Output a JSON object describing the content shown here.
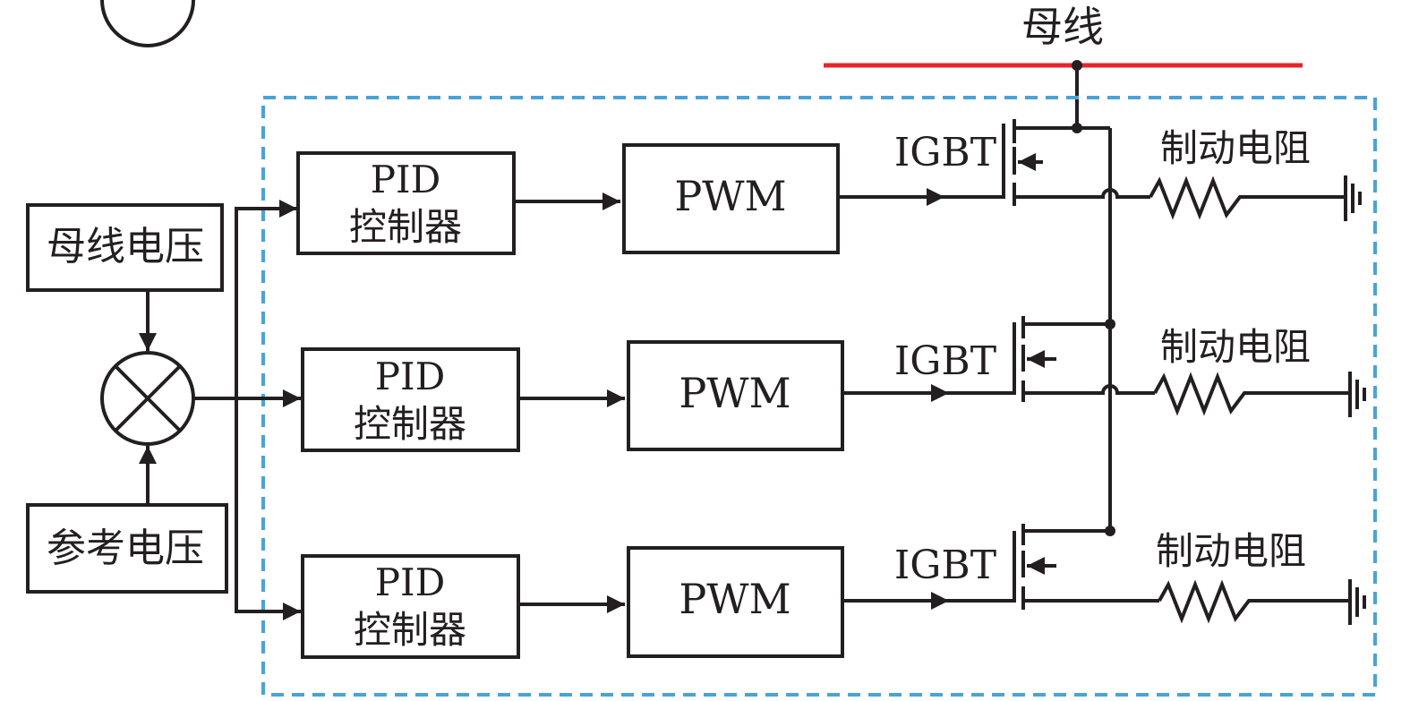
{
  "bus": {
    "label": "母线",
    "color": "#e8242d"
  },
  "inputs": {
    "bus_voltage": "母线电压",
    "reference_voltage": "参考电压"
  },
  "boundary_color": "#4aa3d8",
  "line_color": "#231f20",
  "channels": [
    {
      "controller_line1": "PID",
      "controller_line2": "控制器",
      "modulator": "PWM",
      "switch": "IGBT",
      "resistor": "制动电阻"
    },
    {
      "controller_line1": "PID",
      "controller_line2": "控制器",
      "modulator": "PWM",
      "switch": "IGBT",
      "resistor": "制动电阻"
    },
    {
      "controller_line1": "PID",
      "controller_line2": "控制器",
      "modulator": "PWM",
      "switch": "IGBT",
      "resistor": "制动电阻"
    }
  ]
}
